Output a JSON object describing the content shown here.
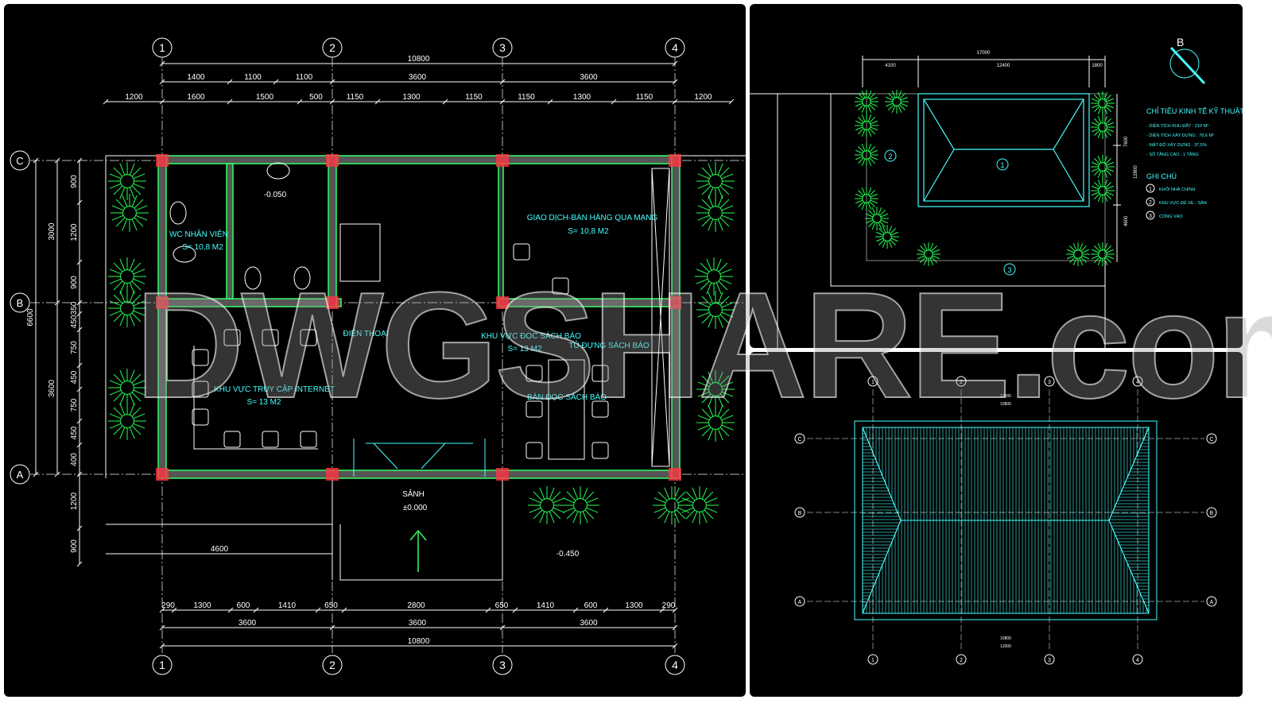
{
  "floor_plan": {
    "grid_columns": [
      "1",
      "2",
      "3",
      "4"
    ],
    "grid_rows": [
      "C",
      "B",
      "A"
    ],
    "dims_top_total": "10800",
    "dims_top_mid": [
      "1400",
      "1100",
      "1100",
      "3600",
      "3600"
    ],
    "dims_top_detail": [
      "1200",
      "1600",
      "1500",
      "500",
      "1150",
      "1300",
      "1150",
      "1150",
      "1300",
      "1150",
      "1200"
    ],
    "dims_left_detail": [
      "900",
      "1200",
      "900",
      "350",
      "450",
      "750",
      "450",
      "750",
      "450",
      "400",
      "1200",
      "900"
    ],
    "dims_left_mid": [
      "3000",
      "3600"
    ],
    "dims_left_total": "6600",
    "dims_bottom_detail": [
      "290",
      "1300",
      "600",
      "1410",
      "650",
      "2800",
      "650",
      "1410",
      "600",
      "1300",
      "290"
    ],
    "dims_bottom_mid": [
      "3600",
      "3600",
      "3600"
    ],
    "dims_bottom_total": "10800",
    "dim_porch": "4600",
    "rooms": {
      "wc_name": "WC NHÂN VIÊN",
      "wc_area": "S= 10,8 M2",
      "sales_name": "GIAO DỊCH-BÁN HÀNG QUA MẠNG",
      "sales_area": "S= 10,8 M2",
      "phone_name": "ĐIỆN THOẠI",
      "reading_name": "KHU VỰC ĐỌC SÁCH BÁO",
      "reading_area": "S= 13 M2",
      "shelf_name": "TỦ ĐỰNG SÁCH BÁO",
      "table_name": "BÀN ĐỌC SÁCH BÁO",
      "internet_name": "KHU VỰC TRUY CẬP INTERNET",
      "internet_area": "S= 13 M2",
      "lobby_name": "SẢNH"
    },
    "levels": {
      "wc": "-0.050",
      "lobby": "±0.000",
      "outside": "-0.450"
    }
  },
  "site_plan": {
    "dims_top": [
      "17000",
      "4100",
      "12400",
      "1800"
    ],
    "dims_right": [
      "7600",
      "12800",
      "4600"
    ],
    "north_label": "B",
    "spec_title": "CHỈ TIÊU KINH TẾ KỸ THUẬT",
    "spec_items": [
      "- DIỆN TÍCH KHU ĐẤT : 210 M²",
      "- DIỆN TÍCH XÂY DỰNG : 78,6 M²",
      "- MẬT ĐỘ XÂY DỰNG : 37,5%",
      "- SỐ TẦNG CAO : 1 TẦNG"
    ],
    "notes_title": "GHI CHÚ",
    "notes": [
      {
        "n": "1",
        "t": "KHỐI NHÀ CHÍNH"
      },
      {
        "n": "2",
        "t": "KHU VỰC ĐỂ XE - SÂN"
      },
      {
        "n": "3",
        "t": "CỔNG VÀO"
      }
    ]
  },
  "roof_plan": {
    "grid_columns": [
      "1",
      "2",
      "3",
      "4"
    ],
    "grid_rows": [
      "C",
      "B",
      "A"
    ],
    "dims_top": [
      "12000",
      "10800"
    ],
    "dims_bottom": [
      "10800",
      "12000"
    ]
  },
  "watermark": "DWGSHARE.com",
  "colors": {
    "wall_outline": "#33ff66",
    "text": "#44ffff",
    "tree": "#22ff55",
    "column": "#ff3344",
    "background": "#000000"
  }
}
